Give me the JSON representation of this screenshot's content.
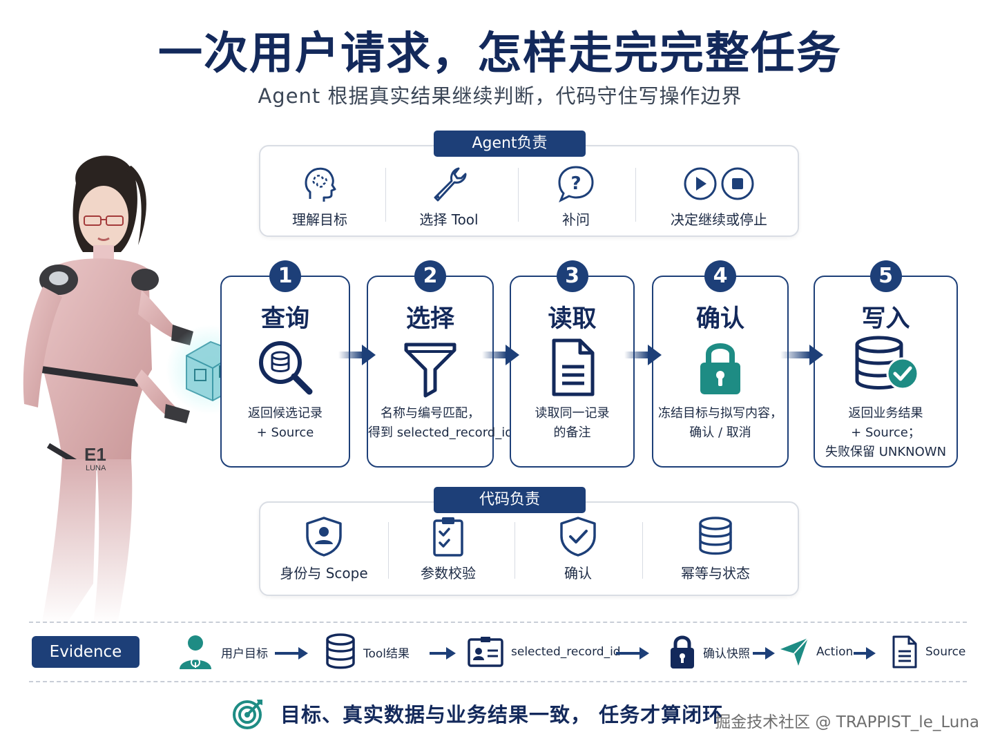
{
  "title": "一次用户请求，怎样走完完整任务",
  "subtitle": "Agent 根据真实结果继续判断，代码守住写操作边界",
  "agent_panel": {
    "label": "Agent负责",
    "items": [
      {
        "label": "理解目标",
        "icon": "head-brain-icon"
      },
      {
        "label": "选择 Tool",
        "icon": "wrench-icon"
      },
      {
        "label": "补问",
        "icon": "question-bubble-icon"
      },
      {
        "label": "决定继续或停止",
        "icon": "play-stop-icon"
      }
    ]
  },
  "steps": [
    {
      "num": "1",
      "title": "查询",
      "icon": "database-search-icon",
      "desc": [
        "返回候选记录",
        "+ Source"
      ]
    },
    {
      "num": "2",
      "title": "选择",
      "icon": "filter-icon",
      "desc": [
        "名称与编号匹配，",
        "得到 selected_record_id"
      ]
    },
    {
      "num": "3",
      "title": "读取",
      "icon": "document-icon",
      "desc": [
        "读取同一记录",
        "的备注"
      ]
    },
    {
      "num": "4",
      "title": "确认",
      "icon": "lock-icon",
      "desc": [
        "冻结目标与拟写内容，",
        "确认 / 取消"
      ]
    },
    {
      "num": "5",
      "title": "写入",
      "icon": "database-check-icon",
      "desc": [
        "返回业务结果",
        "+ Source；",
        "失败保留 UNKNOWN"
      ]
    }
  ],
  "code_panel": {
    "label": "代码负责",
    "items": [
      {
        "label": "身份与 Scope",
        "icon": "shield-user-icon"
      },
      {
        "label": "参数校验",
        "icon": "clipboard-check-icon"
      },
      {
        "label": "确认",
        "icon": "shield-check-icon"
      },
      {
        "label": "幂等与状态",
        "icon": "database-icon"
      }
    ]
  },
  "evidence": {
    "label": "Evidence",
    "items": [
      {
        "label": "用户目标",
        "icon": "user-goal-icon"
      },
      {
        "label": "Tool结果",
        "icon": "database-icon"
      },
      {
        "label": "selected_record_id",
        "icon": "id-card-icon"
      },
      {
        "label": "确认快照",
        "icon": "lock-icon"
      },
      {
        "label": "Action",
        "icon": "send-icon"
      },
      {
        "label": "Source",
        "icon": "document-icon"
      }
    ]
  },
  "conclusion": "目标、真实数据与业务结果一致， 任务才算闭环",
  "watermark": "掘金技术社区 @ TRAPPIST_le_Luna",
  "figure_labels": {
    "code": "E1",
    "name": "LUNA"
  },
  "colors": {
    "navy": "#1d3f78",
    "title": "#13295b",
    "teal": "#1e8c84",
    "panel_border": "#d9dde4"
  }
}
